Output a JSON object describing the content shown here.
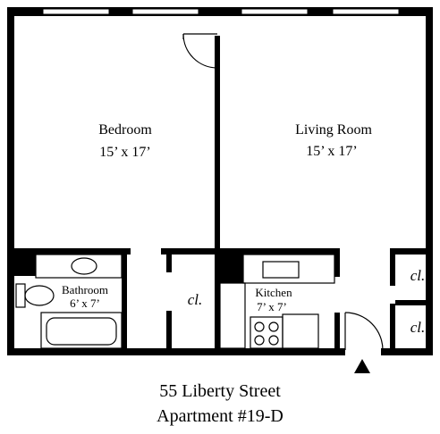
{
  "rooms": {
    "bedroom": {
      "name": "Bedroom",
      "size": "15’ x 17’"
    },
    "living_room": {
      "name": "Living Room",
      "size": "15’ x 17’"
    },
    "bathroom": {
      "name": "Bathroom",
      "size": "6’ x 7’"
    },
    "kitchen": {
      "name": "Kitchen",
      "size": "7’ x 7’"
    }
  },
  "closets": {
    "label": "cl."
  },
  "address": {
    "street": "55 Liberty Street",
    "unit": "Apartment #19-D"
  }
}
